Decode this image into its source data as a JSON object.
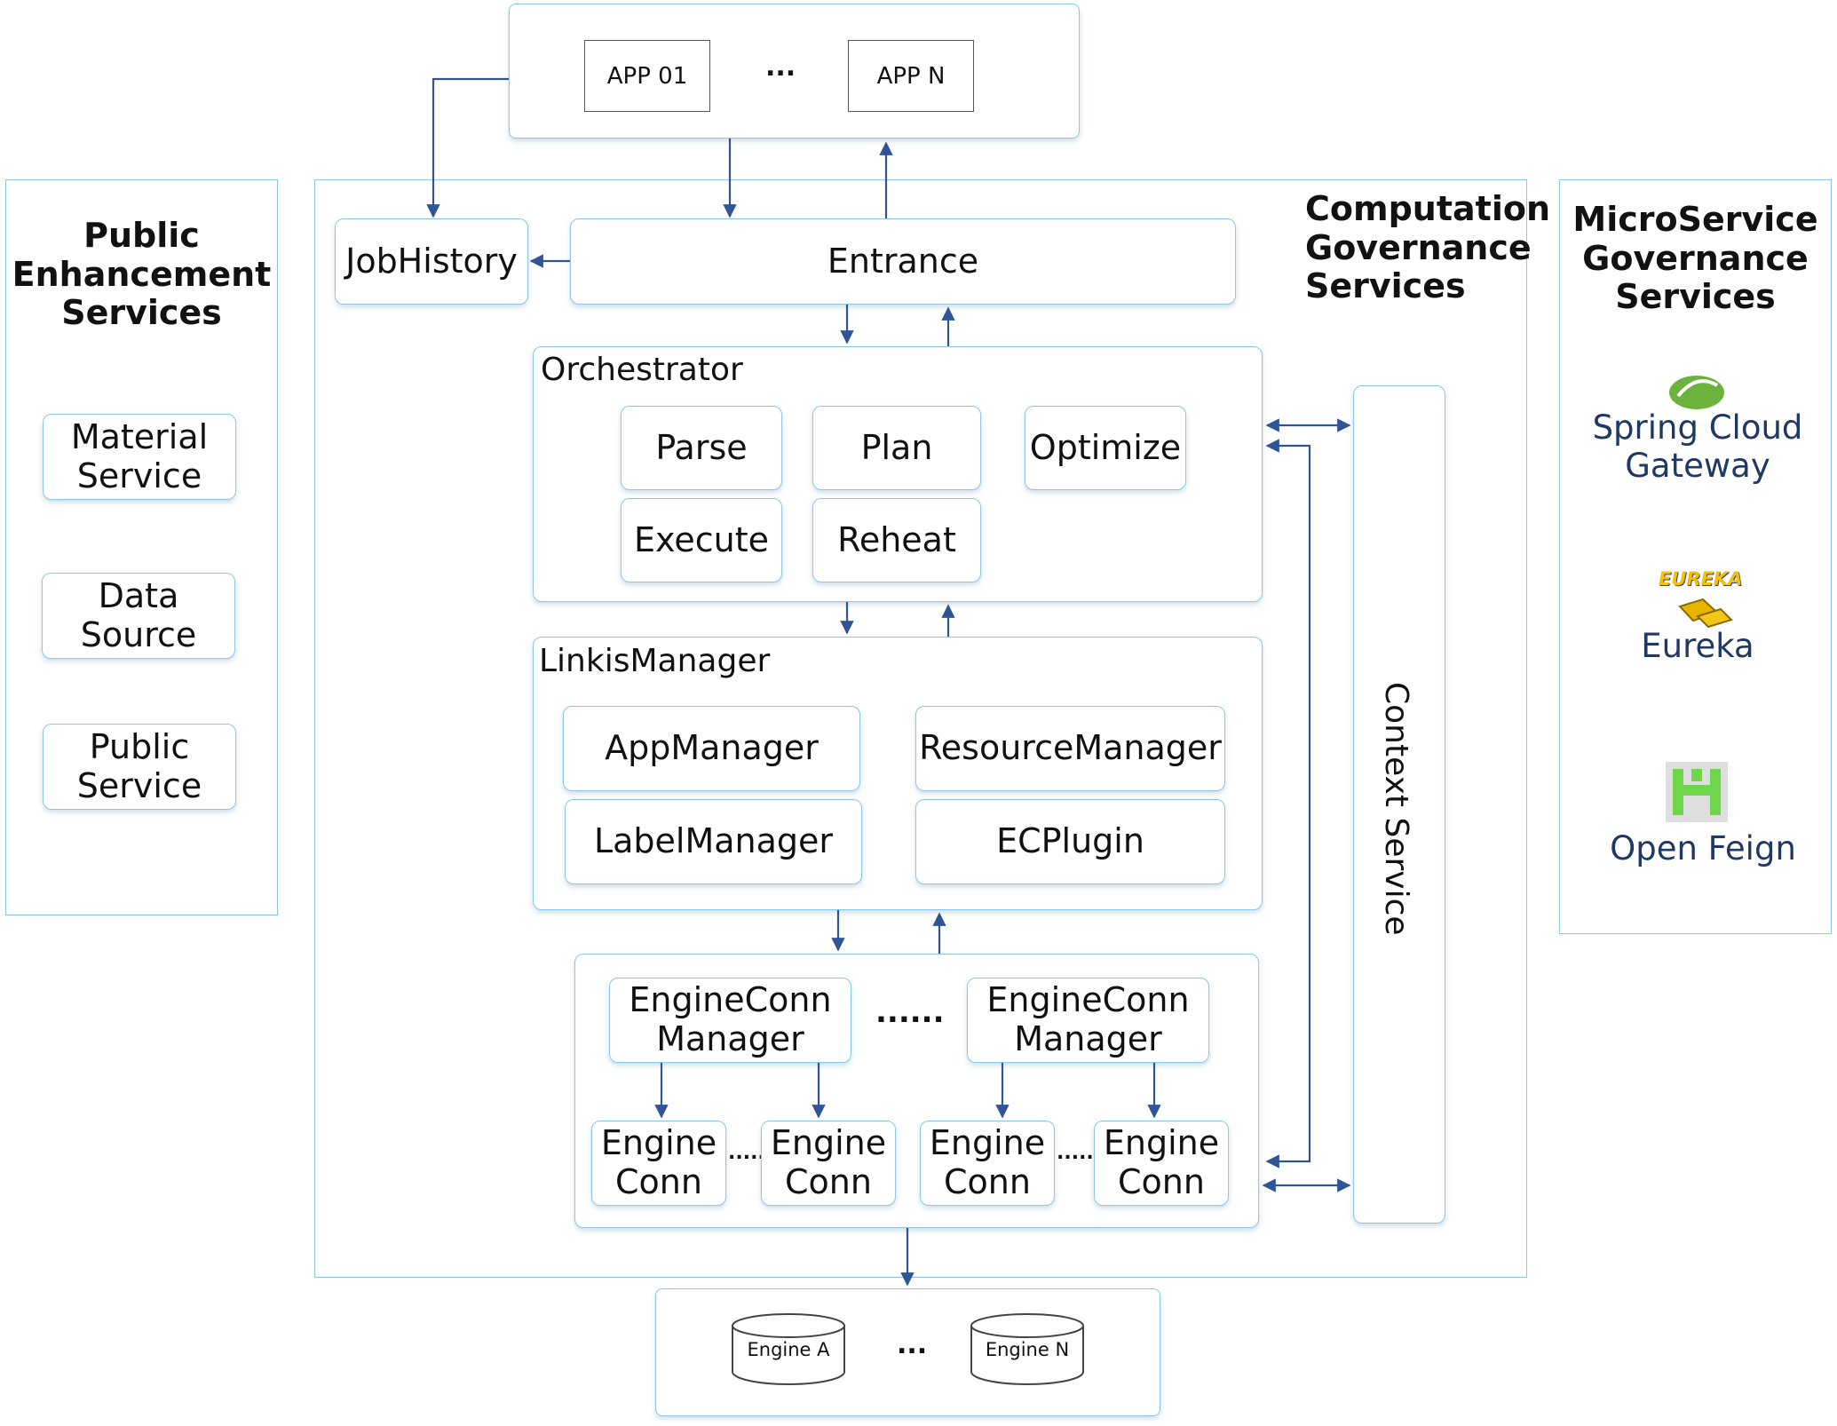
{
  "apps": {
    "app_first": "APP 01",
    "app_last": "APP N",
    "ellipsis": "..."
  },
  "public_enhancement": {
    "title": "Public\nEnhancement\nServices",
    "items": [
      "Material\nService",
      "Data\nSource",
      "Public\nService"
    ]
  },
  "computation": {
    "title": "Computation\nGovernance\nServices",
    "job_history": "JobHistory",
    "entrance": "Entrance",
    "orchestrator": {
      "title": "Orchestrator",
      "items": [
        "Parse",
        "Plan",
        "Optimize",
        "Execute",
        "Reheat"
      ]
    },
    "linkis_manager": {
      "title": "LinkisManager",
      "items": [
        "AppManager",
        "ResourceManager",
        "LabelManager",
        "ECPlugin"
      ]
    },
    "engine_conn_manager": "EngineConn\nManager",
    "ecm_ellipsis": "......",
    "engine_conn": "Engine\nConn",
    "ec_ellipsis": "......",
    "context_service": "Context Service"
  },
  "engines": {
    "engine_first": "Engine A",
    "engine_last": "Engine N",
    "ellipsis": "..."
  },
  "microservice": {
    "title": "MicroService\nGovernance\nServices",
    "items": [
      {
        "label": "Spring Cloud\nGateway",
        "icon": "spring-leaf-icon"
      },
      {
        "label": "Eureka",
        "icon": "eureka-gold-icon",
        "logo_text": "EUREKA"
      },
      {
        "label": "Open Feign",
        "icon": "feign-icon"
      }
    ],
    "label_color": "#1f3864"
  },
  "colors": {
    "border": "#8ec6e8",
    "arrow": "#2f5597"
  }
}
